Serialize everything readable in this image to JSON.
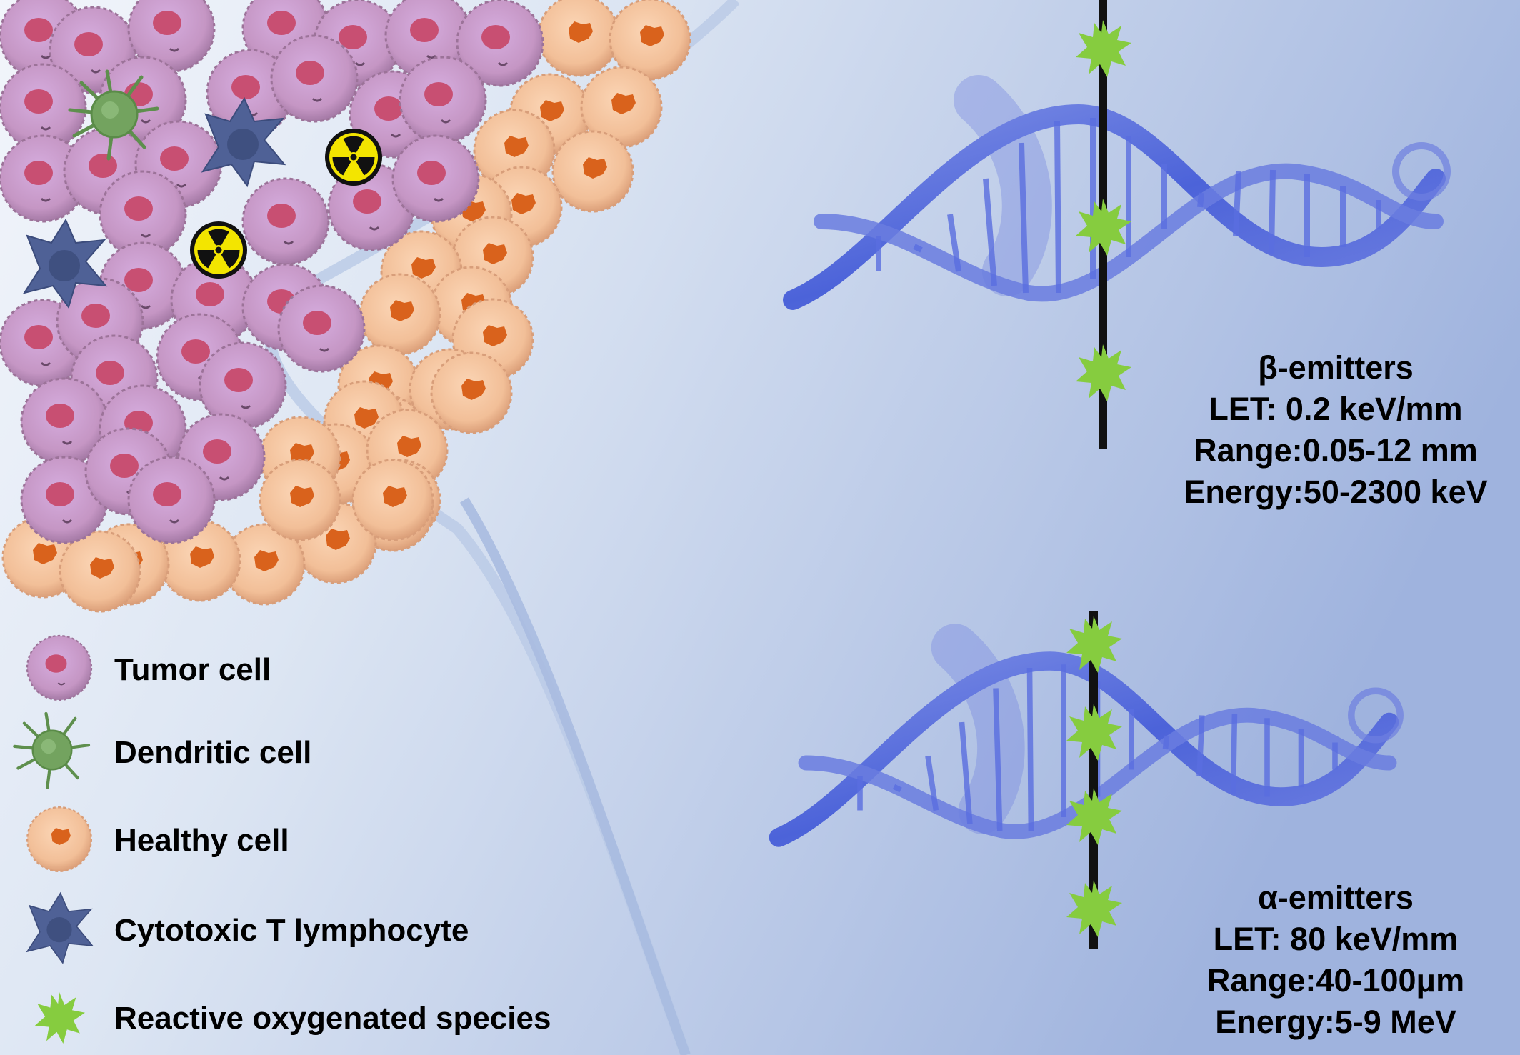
{
  "legend": {
    "tumor": "Tumor cell",
    "dendritic": "Dendritic cell",
    "healthy": "Healthy cell",
    "ctl": "Cytotoxic T lymphocyte",
    "ros": "Reactive oxygenated species"
  },
  "beta": {
    "title": "β-emitters",
    "let": "LET: 0.2 keV/mm",
    "range": "Range:0.05-12 mm",
    "energy": "Energy:50-2300 keV"
  },
  "alpha": {
    "title": "α-emitters",
    "let": "LET: 80 keV/mm",
    "range": "Range:40-100μm",
    "energy": "Energy:5-9 MeV"
  },
  "colors": {
    "tumor": "#c89ac2",
    "tumor_nucleus": "#c84f72",
    "healthy": "#f3c39e",
    "healthy_nucleus": "#d9621c",
    "dendritic": "#6f9a5f",
    "ctl": "#4d5f93",
    "ros": "#86cc3f",
    "dna": "#4c63d9",
    "radiation": "#f3e500"
  },
  "icons": {
    "radiation": "radiation-hazard-icon",
    "ros": "starburst-icon"
  }
}
